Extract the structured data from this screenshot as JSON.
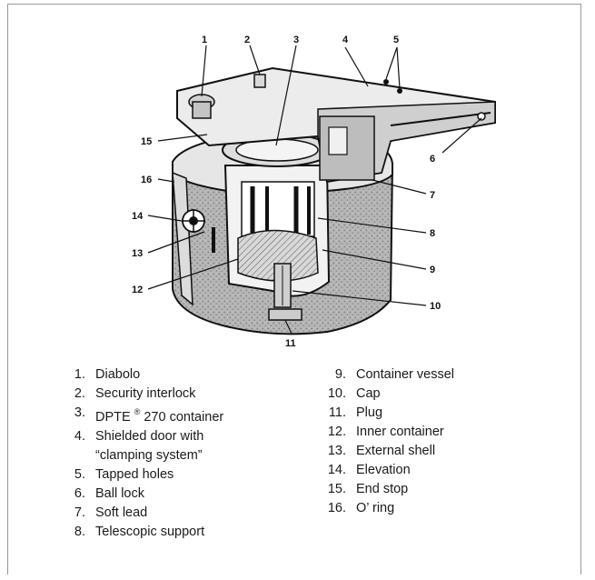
{
  "callouts": [
    {
      "num": "1"
    },
    {
      "num": "2"
    },
    {
      "num": "3"
    },
    {
      "num": "4"
    },
    {
      "num": "5"
    },
    {
      "num": "6"
    },
    {
      "num": "7"
    },
    {
      "num": "8"
    },
    {
      "num": "9"
    },
    {
      "num": "10"
    },
    {
      "num": "11"
    },
    {
      "num": "12"
    },
    {
      "num": "13"
    },
    {
      "num": "14"
    },
    {
      "num": "15"
    },
    {
      "num": "16"
    }
  ],
  "legend_left": [
    {
      "num": "1.",
      "label": "Diabolo"
    },
    {
      "num": "2.",
      "label": "Security interlock"
    },
    {
      "num": "3.",
      "label_pre": "DPTE",
      "label_sup": "®",
      "label_post": " 270 container"
    },
    {
      "num": "4.",
      "label": "Shielded door with",
      "label_cont": "“clamping system”"
    },
    {
      "num": "5.",
      "label": "Tapped holes"
    },
    {
      "num": "6.",
      "label": "Ball lock"
    },
    {
      "num": "7.",
      "label": "Soft lead"
    },
    {
      "num": "8.",
      "label": "Telescopic support"
    }
  ],
  "legend_right": [
    {
      "num": "9.",
      "label": "Container vessel"
    },
    {
      "num": "10.",
      "label": "Cap"
    },
    {
      "num": "11.",
      "label": "Plug"
    },
    {
      "num": "12.",
      "label": "Inner container"
    },
    {
      "num": "13.",
      "label": "External shell"
    },
    {
      "num": "14.",
      "label": "Elevation"
    },
    {
      "num": "15.",
      "label": "End stop"
    },
    {
      "num": "16.",
      "label": "O’ ring"
    }
  ],
  "colors": {
    "line": "#111111",
    "shade": "#9e9e9e",
    "metal": "#e8e8e8",
    "frame": "#9a9a9a"
  }
}
